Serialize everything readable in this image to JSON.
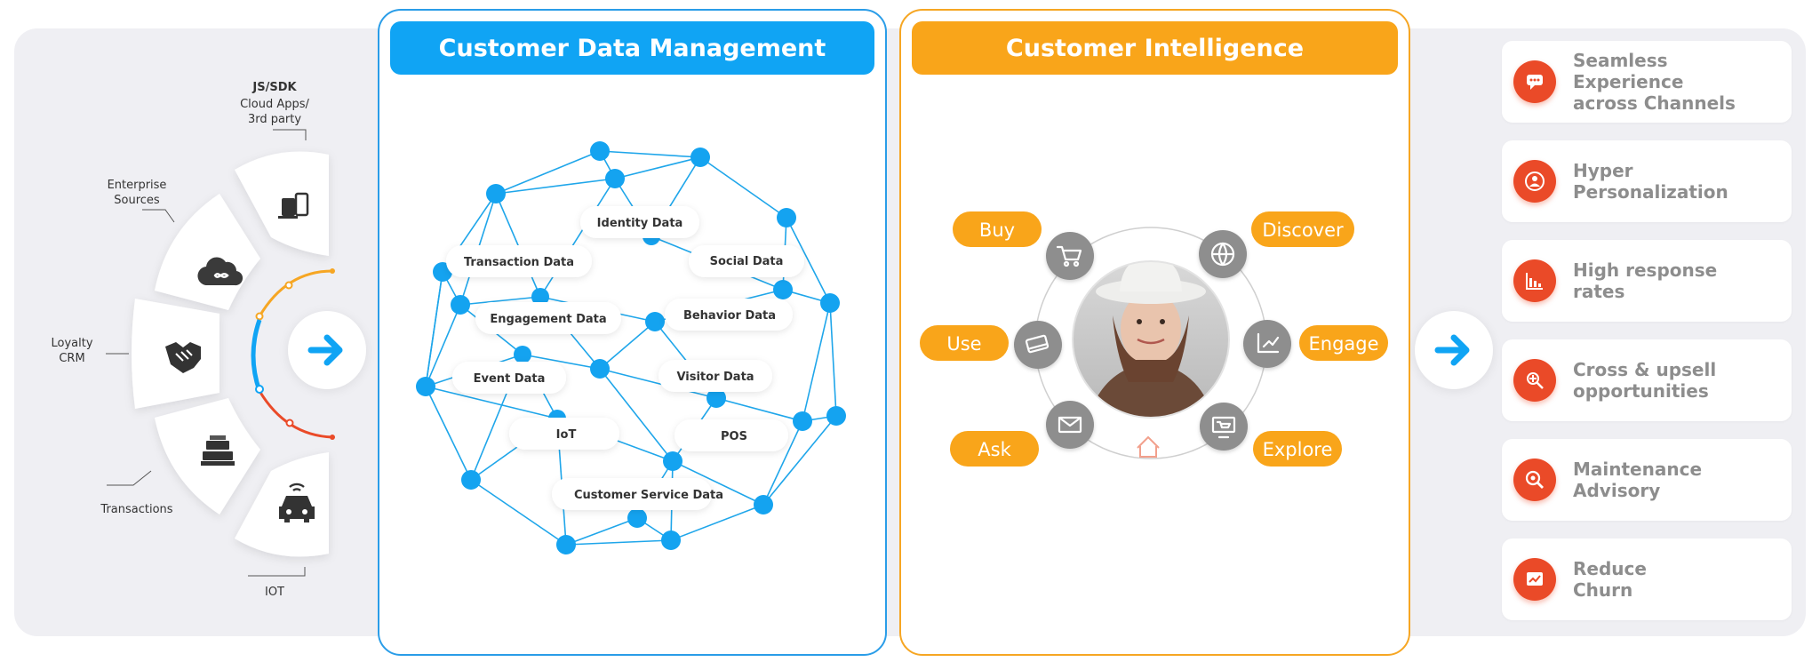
{
  "sources": {
    "jssdk": "JS/SDK",
    "cloud_apps": "Cloud Apps/",
    "third_party": "3rd party",
    "enterprise_1": "Enterprise",
    "enterprise_2": "Sources",
    "loyalty_1": "Loyalty",
    "loyalty_2": "CRM",
    "transactions": "Transactions",
    "iot": "IOT"
  },
  "cdm": {
    "title": "Customer Data Management",
    "labels": [
      "Transaction Data",
      "Identity Data",
      "Social Data",
      "Engagement Data",
      "Behavior Data",
      "Event Data",
      "Visitor Data",
      "IoT",
      "POS",
      "Customer Service Data"
    ]
  },
  "ci": {
    "title": "Customer Intelligence",
    "actions": {
      "buy": "Buy",
      "discover": "Discover",
      "use": "Use",
      "engage": "Engage",
      "ask": "Ask",
      "explore": "Explore"
    }
  },
  "benefits": [
    {
      "text": "Seamless Experience\nacross Channels",
      "icon": "chat-bubble-icon"
    },
    {
      "text": "Hyper\nPersonalization",
      "icon": "person-target-icon"
    },
    {
      "text": "High response\nrates",
      "icon": "chart-down-icon"
    },
    {
      "text": "Cross & upsell\nopportunities",
      "icon": "handshake-icon"
    },
    {
      "text": "Maintenance\nAdvisory",
      "icon": "magnifier-gear-icon"
    },
    {
      "text": "Reduce\nChurn",
      "icon": "line-chart-icon"
    }
  ],
  "colors": {
    "blue": "#10a4f4",
    "orange": "#f9a51a",
    "red": "#ea4a28",
    "gray_text": "#8d8d8d"
  }
}
